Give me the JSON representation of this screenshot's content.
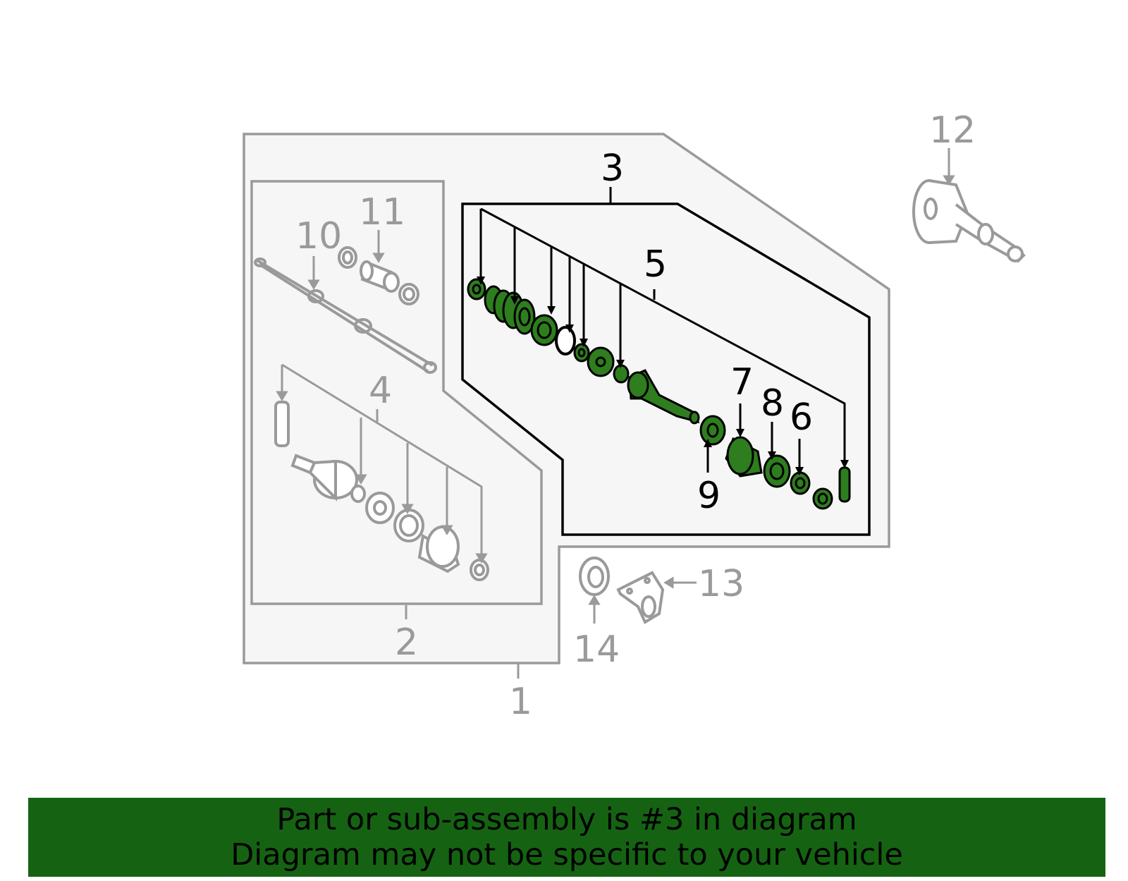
{
  "diagram": {
    "callouts": {
      "c1": "1",
      "c2": "2",
      "c3": "3",
      "c4": "4",
      "c5": "5",
      "c6": "6",
      "c7": "7",
      "c8": "8",
      "c9": "9",
      "c10": "10",
      "c11": "11",
      "c12": "12",
      "c13": "13",
      "c14": "14"
    },
    "colors": {
      "highlight": "#156312",
      "part_fill": "#2e7d1e",
      "grey_line": "#9a9a9a",
      "panel_fill": "#f6f6f6",
      "black_line": "#000000"
    },
    "highlighted_part": "3"
  },
  "banner": {
    "line1": "Part or sub-assembly is #3 in diagram",
    "line2": "Diagram may not be specific to your vehicle"
  }
}
